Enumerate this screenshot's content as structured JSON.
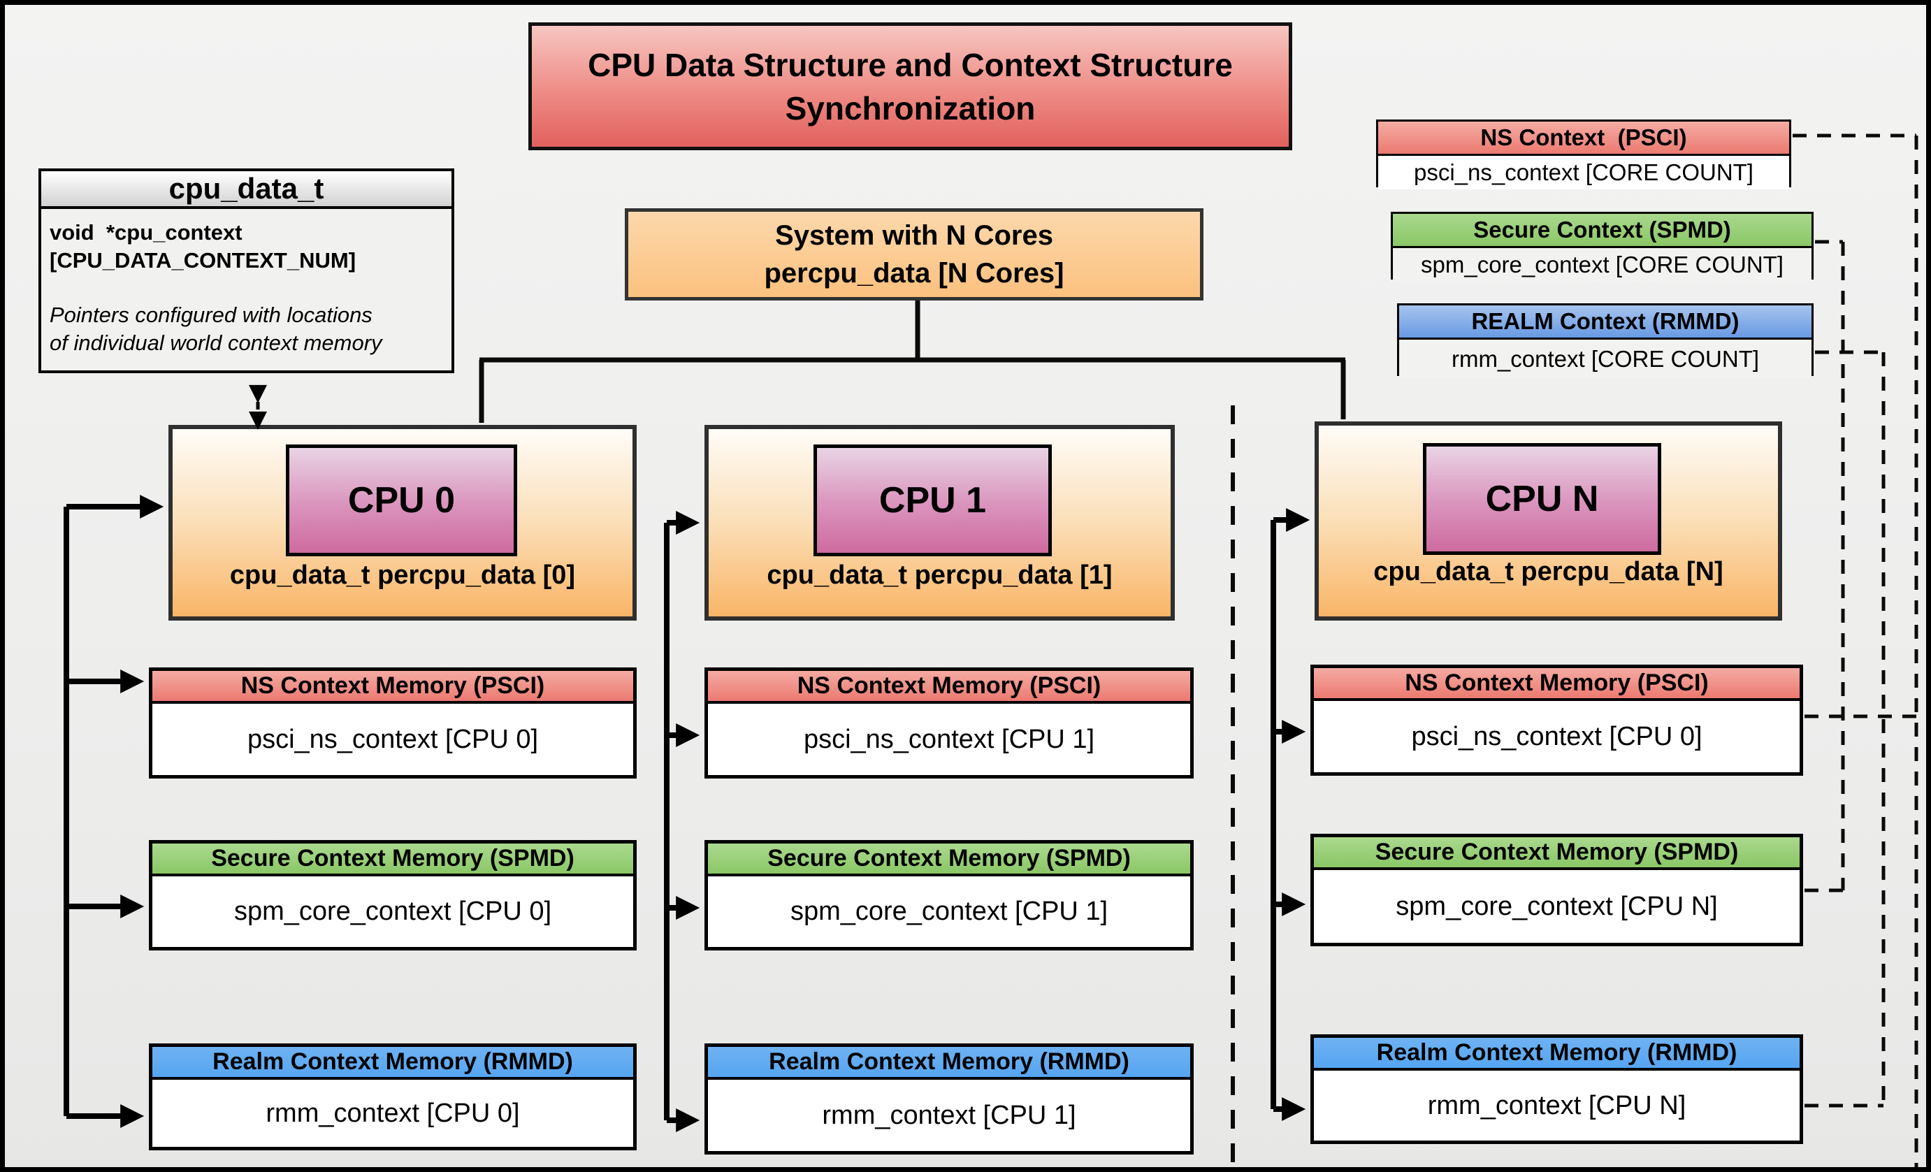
{
  "title": {
    "line1": "CPU Data Structure and Context Structure",
    "line2": "Synchronization"
  },
  "cpu_data_t": {
    "header": "cpu_data_t",
    "decl_line1": "void  *cpu_context",
    "decl_line2": "[CPU_DATA_CONTEXT_NUM]",
    "note_line1": "Pointers configured with locations",
    "note_line2": "of individual world context memory"
  },
  "legend": {
    "ns": {
      "header": "NS Context  (PSCI)",
      "body": "psci_ns_context [CORE COUNT]"
    },
    "secure": {
      "header": "Secure Context (SPMD)",
      "body": "spm_core_context [CORE COUNT]"
    },
    "realm": {
      "header": "REALM Context (RMMD)",
      "body": "rmm_context [CORE COUNT]"
    }
  },
  "system": {
    "line1": "System with N Cores",
    "line2": "percpu_data [N Cores]"
  },
  "cpus": [
    {
      "name": "CPU 0",
      "data_label": "cpu_data_t percpu_data [0]",
      "ns_header": "NS Context Memory (PSCI)",
      "ns_body": "psci_ns_context [CPU 0]",
      "secure_header": "Secure Context Memory (SPMD)",
      "secure_body": "spm_core_context [CPU 0]",
      "realm_header": "Realm Context Memory (RMMD)",
      "realm_body": "rmm_context [CPU 0]"
    },
    {
      "name": "CPU 1",
      "data_label": "cpu_data_t percpu_data [1]",
      "ns_header": "NS Context Memory (PSCI)",
      "ns_body": "psci_ns_context [CPU 1]",
      "secure_header": "Secure Context Memory (SPMD)",
      "secure_body": "spm_core_context [CPU 1]",
      "realm_header": "Realm Context Memory (RMMD)",
      "realm_body": "rmm_context [CPU 1]"
    },
    {
      "name": "CPU N",
      "data_label": "cpu_data_t percpu_data [N]",
      "ns_header": "NS Context Memory (PSCI)",
      "ns_body": "psci_ns_context [CPU 0]",
      "secure_header": "Secure Context Memory (SPMD)",
      "secure_body": "spm_core_context [CPU N]",
      "realm_header": "Realm Context Memory (RMMD)",
      "realm_body": "rmm_context [CPU N]"
    }
  ],
  "colors": {
    "ns_red": "#ec7a71",
    "secure_green": "#8ac766",
    "realm_blue": "#55a5f1",
    "cpu_orange": "#f9b567",
    "cpu_pink": "#ce6b9e",
    "title_red": "#e2615e",
    "system_peach": "#fbc17e"
  }
}
